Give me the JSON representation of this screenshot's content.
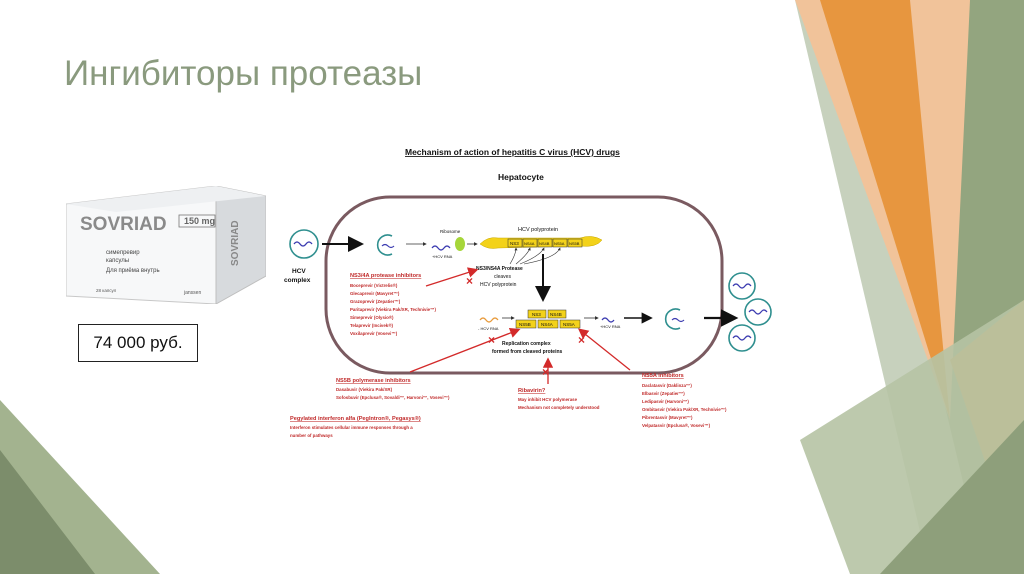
{
  "slide": {
    "title": "Ингибиторы протеазы",
    "price": "74 000 руб."
  },
  "product_box": {
    "brand": "SOVRIAD",
    "dose": "150 mg",
    "line1": "симепревир",
    "line2": "капсулы",
    "line3": "Для приёма внутрь",
    "line4": "28 капсул",
    "maker": "janssen",
    "side_text": "SOVRIAD"
  },
  "diagram": {
    "title": "Mechanism of action of hepatitis C virus (HCV) drugs",
    "cell_label": "Hepatocyte",
    "hcv_complex": [
      "HCV",
      "complex"
    ],
    "ribosome": "Ribosome",
    "hcv_rna_1": "+HCV RNA",
    "hcv_rna_2": "- HCV RNA",
    "hcv_rna_3": "+HCV RNA",
    "polyprotein_label": "HCV polyprotein",
    "polyprotein_segments": [
      "NS3",
      "NS4A",
      "NS4B",
      "NS5A",
      "NS5B"
    ],
    "protease_note": [
      "NS3/NS4A Protease",
      "cleaves",
      "HCV polyprotein"
    ],
    "replication_top": [
      "NS3",
      "NS4B"
    ],
    "replication_bottom": [
      "NS5B",
      "NS4A",
      "NS5A"
    ],
    "replication_note": [
      "Replication complex",
      "formed from cleaved proteins"
    ],
    "ns34a": {
      "title": "NS3/4A protease inhibitors",
      "drugs": [
        "Boceprevir (Victrelis®)",
        "Glecaprevir (Mavyret™)",
        "Grazoprevir (Zepatier™)",
        "Paritaprevir (Viekira Pak/XR, Technivie™)",
        "Simeprevir (Olysio®)",
        "Telaprevir (Incivek®)",
        "Voxilaprevir (Vosevi™)"
      ]
    },
    "ns5b": {
      "title": "NS5B polymerase inhibitors",
      "drugs": [
        "Dasabuvir (Viekira Pak/XR)",
        "Sofosbuvir (Epclusa®, Sovaldi™, Harvoni™, Vosevi™)"
      ]
    },
    "peg": {
      "title": "Pegylated interferon alfa (PegIntron®, Pegasys®)",
      "lines": [
        "Interferon stimulates cellular immune responses through a",
        "number of pathways"
      ]
    },
    "ribavirin": {
      "title": "Ribavirin?",
      "lines": [
        "May inhibit HCV polymerase",
        "Mechanism not completely understood"
      ]
    },
    "ns5a": {
      "title": "NS5A inhibitors",
      "drugs": [
        "Daclatasvir (Daklinza™)",
        "Elbasvir (Zepatier™)",
        "Ledipasvir (Harvoni™)",
        "Ombitasvir (Viekira Pak/XR, Technivie™)",
        "Pibrentasvir (Mavyret™)",
        "Velpatasvir (Epclusa®, Vosevi™)"
      ]
    }
  },
  "colors": {
    "title": "#8a9a7e",
    "inhibitor_red": "#c02a2a",
    "cell_border": "#7a5a60",
    "yellow": "#f3d21a",
    "green_deco": "#8fa07e",
    "orange_deco": "#e89a44"
  }
}
